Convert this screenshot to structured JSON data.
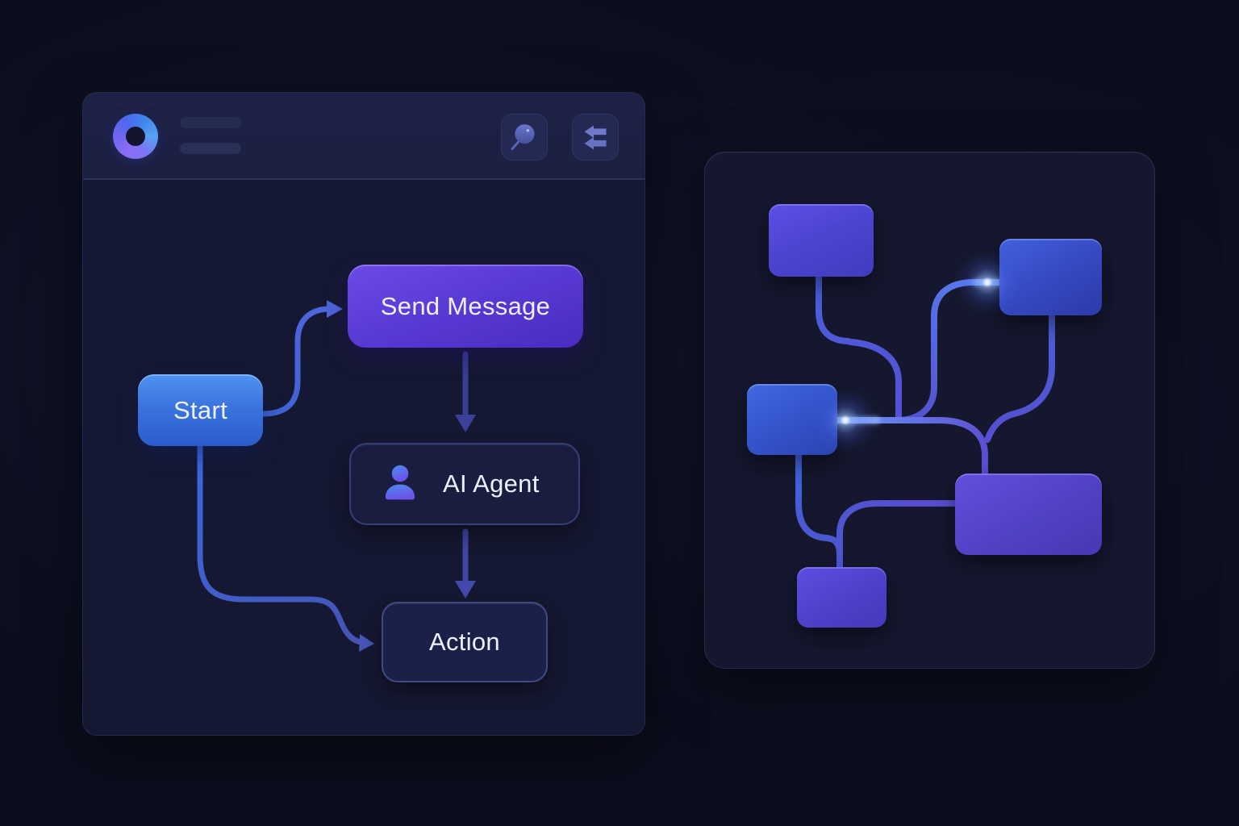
{
  "window": {
    "header": {
      "logo_icon": "ring-logo",
      "menu_placeholder_bars": 2,
      "actions": [
        {
          "id": "search",
          "icon": "search-icon"
        },
        {
          "id": "transfer",
          "icon": "swap-arrows-icon"
        }
      ]
    },
    "flowchart": {
      "nodes": [
        {
          "id": "start",
          "label": "Start"
        },
        {
          "id": "send-message",
          "label": "Send Message"
        },
        {
          "id": "ai-agent",
          "label": "AI Agent",
          "icon": "user-icon"
        },
        {
          "id": "action",
          "label": "Action"
        }
      ],
      "edges": [
        {
          "from": "start",
          "to": "send-message"
        },
        {
          "from": "send-message",
          "to": "ai-agent"
        },
        {
          "from": "ai-agent",
          "to": "action"
        },
        {
          "from": "start",
          "to": "action"
        }
      ]
    }
  },
  "graph_panel": {
    "nodes": [
      {
        "id": "node-a"
      },
      {
        "id": "node-b"
      },
      {
        "id": "node-c"
      },
      {
        "id": "node-d"
      },
      {
        "id": "node-e"
      }
    ],
    "edges": [
      {
        "from": "node-a",
        "to": "node-d"
      },
      {
        "from": "node-b",
        "to": "node-d"
      },
      {
        "from": "node-c",
        "to": "node-d"
      },
      {
        "from": "node-c",
        "to": "node-e"
      },
      {
        "from": "node-d",
        "to": "node-e"
      }
    ],
    "glow_points": [
      {
        "at": "node-c-right-edge"
      },
      {
        "at": "node-b-left-edge"
      }
    ]
  },
  "colors": {
    "background": "#0c0e1e",
    "panel": "#15183_2",
    "accent_blue": "#3a72dc",
    "accent_purple": "#5838d2",
    "connector_blue": "#4a63d4",
    "connector_indigo": "#3c43a0",
    "glow": "#96beff",
    "text": "#eef1fd"
  }
}
